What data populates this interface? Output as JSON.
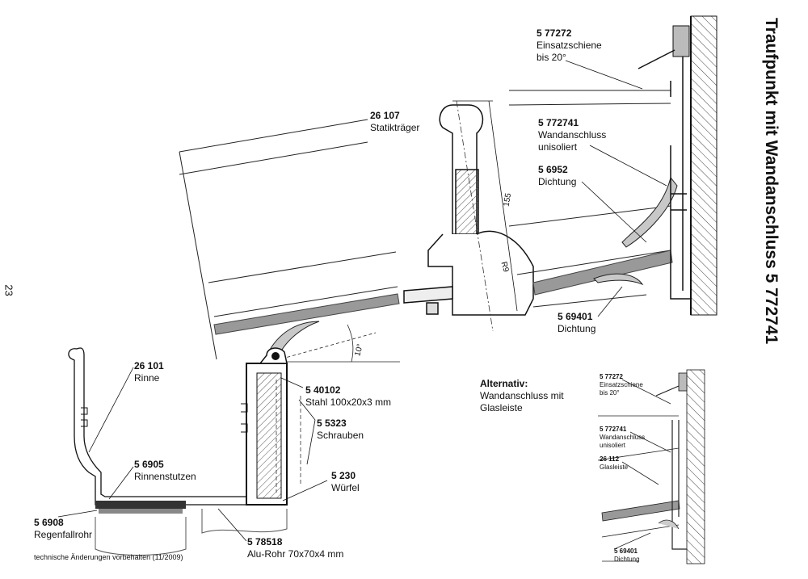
{
  "title": "Traufpunkt mit Wandanschluss 5 772741",
  "page_number": "23",
  "footer": "technische Änderungen vorbehalten (11/2009)",
  "alternative_heading": "Alternativ:",
  "alternative_text": [
    "Wandanschluss mit",
    "Glasleiste"
  ],
  "labels": {
    "rinne": {
      "num": "26 101",
      "text": "Rinne"
    },
    "rinnenstutzen": {
      "num": "5 6905",
      "text": "Rinnenstutzen"
    },
    "regenfallrohr": {
      "num": "5 6908",
      "text": "Regenfallrohr"
    },
    "statiktraeger": {
      "num": "26 107",
      "text": "Statikträger"
    },
    "stahl": {
      "num": "5 40102",
      "text": "Stahl 100x20x3 mm"
    },
    "schrauben": {
      "num": "5 5323",
      "text": "Schrauben"
    },
    "wuerfel": {
      "num": "5 230",
      "text": "Würfel"
    },
    "alurohr": {
      "num": "5 78518",
      "text": "Alu-Rohr 70x70x4 mm"
    },
    "einsatzschiene": {
      "num": "5 77272",
      "text": [
        "Einsatzschiene",
        "bis 20°"
      ]
    },
    "wandanschluss": {
      "num": "5 772741",
      "text": [
        "Wandanschluss",
        "unisoliert"
      ]
    },
    "dichtung1": {
      "num": "5 6952",
      "text": "Dichtung"
    },
    "dichtung2": {
      "num": "5 69401",
      "text": "Dichtung"
    }
  },
  "small_labels": {
    "einsatzschiene": {
      "num": "5 77272",
      "text": [
        "Einsatzschiene",
        "bis 20°"
      ]
    },
    "wandanschluss": {
      "num": "5 772741",
      "text": [
        "Wandanschluss",
        "unisoliert"
      ]
    },
    "glasleiste": {
      "num": "26 112",
      "text": "Glasleiste"
    },
    "dichtung": {
      "num": "5 69401",
      "text": "Dichtung"
    }
  },
  "dimensions": {
    "height": "155",
    "radius": "R9",
    "angle": "10°"
  }
}
